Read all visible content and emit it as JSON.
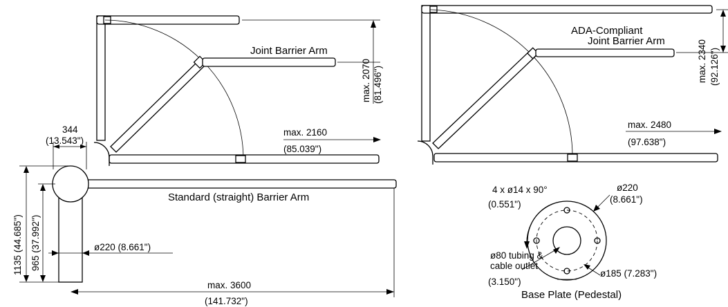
{
  "labels": {
    "joint_arm": "Joint Barrier Arm",
    "ada_line1": "ADA-Compliant",
    "ada_line2": "Joint Barrier Arm",
    "standard_arm": "Standard (straight) Barrier Arm",
    "base_plate": "Base Plate (Pedestal)",
    "tubing_line1": "ø80 tubing &",
    "tubing_line2": "cable outlet",
    "tubing_in": "(3.150\")"
  },
  "dimensions": {
    "joint_height_mm": "max. 2070",
    "joint_height_in": "(81.496\")",
    "joint_reach_mm": "max. 2160",
    "joint_reach_in": "(85.039\")",
    "offset_mm": "344",
    "offset_in": "(13.543\")",
    "ada_height_mm": "max. 2340",
    "ada_height_in": "(92.126\")",
    "ada_reach_mm": "max. 2480",
    "ada_reach_in": "(97.638\")",
    "post_total_height": "1135 (44.685\")",
    "post_arm_height": "965 (37.992\")",
    "post_diameter": "ø220 (8.661\")",
    "straight_reach_mm": "max. 3600",
    "straight_reach_in": "(141.732\")",
    "holes_spec": "4 x ø14 x 90°",
    "holes_in": "(0.551\")",
    "plate_outer_mm": "ø220",
    "plate_outer_in": "(8.661\")",
    "bolt_circle": "ø185 (7.283\")"
  }
}
